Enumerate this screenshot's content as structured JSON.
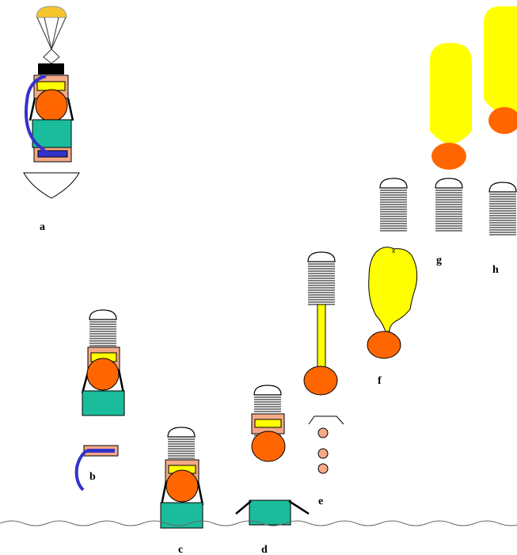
{
  "labels": {
    "a": "a",
    "b": "b",
    "c": "c",
    "d": "d",
    "e": "e",
    "f": "f",
    "g": "g",
    "h": "h"
  },
  "colors": {
    "balloon": "#ffff00",
    "payload": "#ff6600",
    "housing": "#f4a987",
    "band": "#ffff00",
    "float": "#1abc9c",
    "cable": "#3333cc",
    "wind_sensor": "#e8a58a",
    "parachute": "#f6c52c",
    "outline": "#000000"
  }
}
